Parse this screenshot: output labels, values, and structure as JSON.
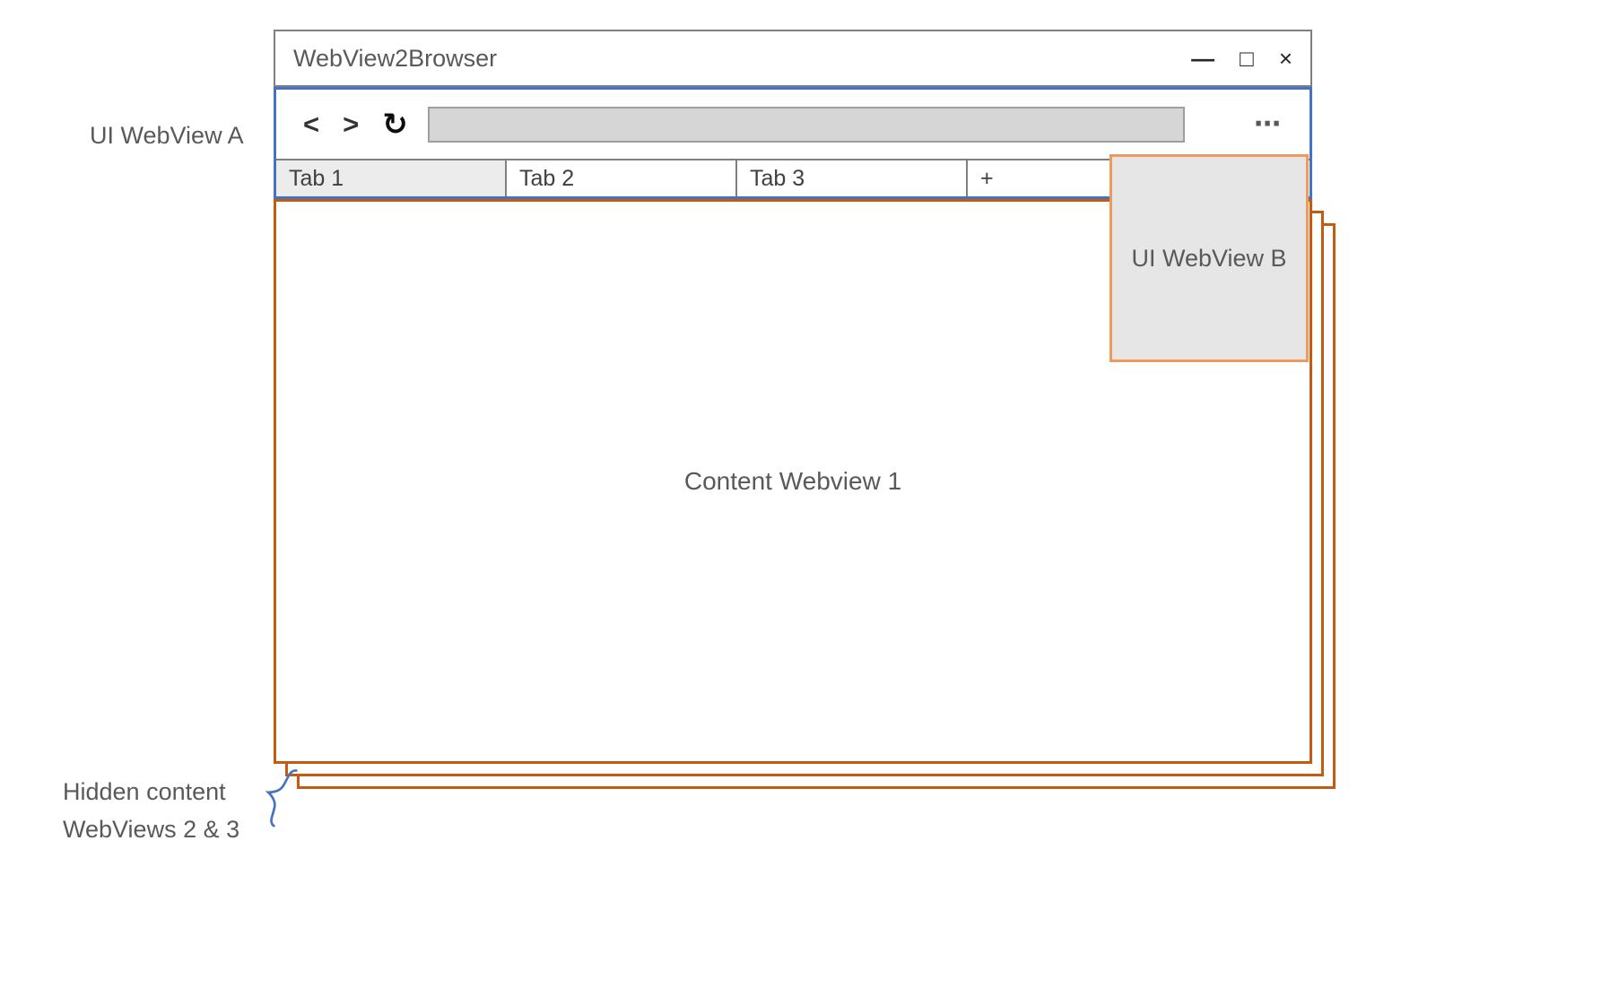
{
  "window": {
    "title": "WebView2Browser",
    "controls": {
      "minimize": "—",
      "maximize": "□",
      "close": "×"
    }
  },
  "toolbar": {
    "back_label": "<",
    "forward_label": ">",
    "reload_label": "↻",
    "menu_label": "⋯",
    "address_value": ""
  },
  "tabs": [
    {
      "label": "Tab 1",
      "active": true
    },
    {
      "label": "Tab 2",
      "active": false
    },
    {
      "label": "Tab 3",
      "active": false
    },
    {
      "label": "+",
      "active": false
    }
  ],
  "labels": {
    "ui_webview_a": "UI WebView A",
    "ui_webview_b": "UI WebView B",
    "content_webview_1": "Content Webview 1",
    "hidden_webviews_line1": "Hidden content",
    "hidden_webviews_line2": "WebViews 2 & 3"
  },
  "colors": {
    "ui_webview_accent": "#4472C4",
    "content_webview_accent": "#C55A11",
    "ui_webview_b_border": "#ED9B5C",
    "window_border": "#7F7F7F",
    "text_gray": "#595959",
    "tab_active_bg": "#ECECEC",
    "addressbar_bg": "#D6D6D6"
  }
}
